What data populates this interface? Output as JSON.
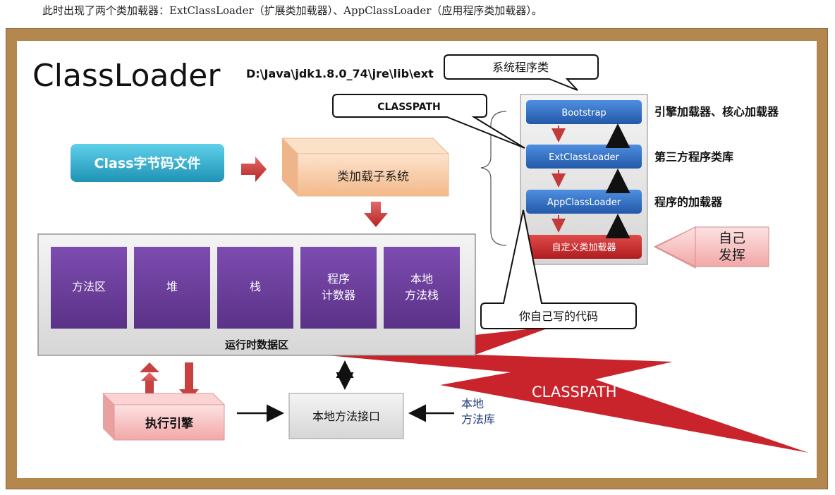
{
  "caption": "此时出现了两个类加载器：ExtClassLoader（扩展类加载器）、AppClassLoader（应用程序类加载器）。",
  "diagram": {
    "title": "ClassLoader",
    "ext_path": "D:\\Java\\jdk1.8.0_74\\jre\\lib\\ext",
    "callout_system": "系统程序类",
    "callout_classpath": "CLASSPATH",
    "callout_own_code": "你自己写的代码",
    "class_file": "Class字节码文件",
    "loader_subsystem": "类加载子系统",
    "loaders": {
      "bootstrap": "Bootstrap",
      "ext": "ExtClassLoader",
      "app": "AppClassLoader",
      "custom": "自定义类加载器"
    },
    "loader_desc": {
      "bootstrap": "引擎加载器、核心加载器",
      "ext": "第三方程序类库",
      "app": "程序的加载器"
    },
    "self_play": [
      "自己",
      "发挥"
    ],
    "runtime": {
      "label": "运行时数据区",
      "areas": [
        [
          "方法区"
        ],
        [
          "堆"
        ],
        [
          "栈"
        ],
        [
          "程序",
          "计数器"
        ],
        [
          "本地",
          "方法栈"
        ]
      ]
    },
    "exec_engine": "执行引擎",
    "native_interface": "本地方法接口",
    "native_lib": [
      "本地",
      "方法库"
    ],
    "classpath_bolt": "CLASSPATH",
    "colors": {
      "frame": "#b4874f",
      "purple": "#6b3d98",
      "blue": "#2f6bc0",
      "teal": "#2aa8c9",
      "red": "#c0282a",
      "peach": "#f6c9a3"
    }
  }
}
